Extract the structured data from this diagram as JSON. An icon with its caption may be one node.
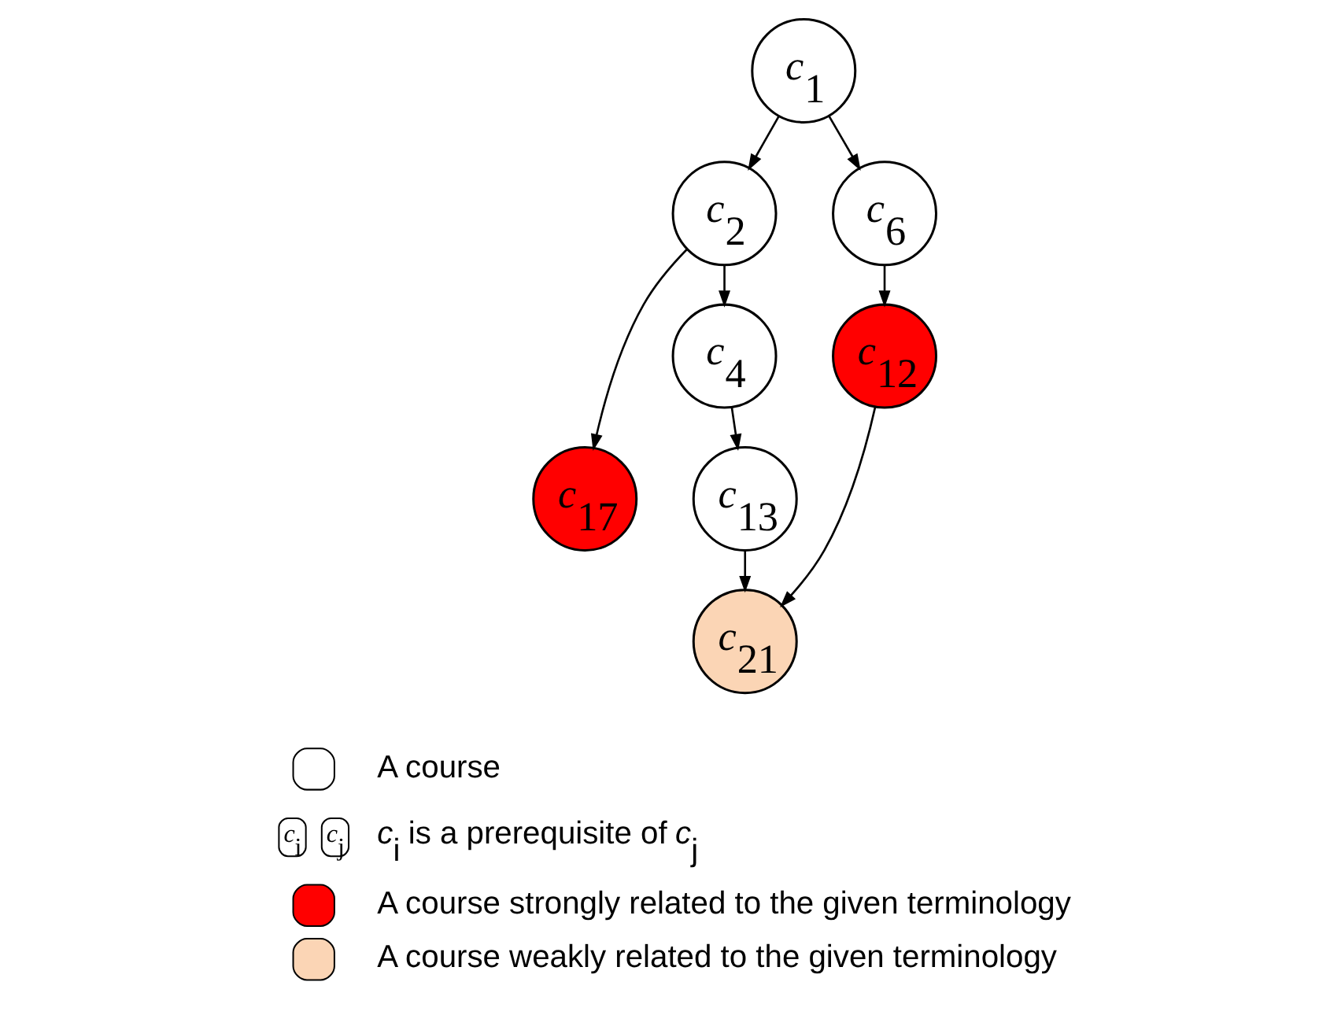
{
  "diagram": {
    "nodes": [
      {
        "text": [
          "*c*$_{1}$"
        ]
      },
      {
        "text": [
          "*c*$_{2}$"
        ]
      },
      {
        "text": [
          "*c*$_{6}$"
        ]
      },
      {
        "text": [
          "*c*$_{4}$"
        ]
      },
      {
        "text": [
          "*c*$_{17}$"
        ]
      },
      {
        "text": [
          "*c*$_{12}$"
        ]
      },
      {
        "text": [
          "*c*$_{13}$"
        ]
      },
      {
        "text": [
          "*c*$_{21}$"
        ]
      }
    ],
    "edges": [
      {
        "from": 0,
        "to": 1,
        "arrow": "to"
      },
      {
        "from": 0,
        "to": 2,
        "arrow": "to"
      },
      {
        "from": 1,
        "to": 3,
        "arrow": "to"
      },
      {
        "from": 1,
        "to": 4,
        "arrow": "to"
      },
      {
        "from": 2,
        "to": 5,
        "arrow": "to"
      },
      {
        "from": 3,
        "to": 6,
        "arrow": "to"
      },
      {
        "from": 5,
        "to": 7,
        "arrow": "to"
      },
      {
        "from": 6,
        "to": 7,
        "arrow": "to"
      }
    ],
    "labels": [
      "*c*$_{i}$",
      "*c*$_{j}$"
    ],
    "legend": [
      {
        "text": "A course",
        "color": "#ffffff"
      },
      {
        "text": "*c*$_{i}$ is a prerequisite of *c*$_{j}$"
      },
      {
        "text": "A course strongly related to the given terminology",
        "color": "#ff0000"
      },
      {
        "text": "A course weakly related to the given terminology",
        "color": "#fbd5b5"
      }
    ]
  }
}
